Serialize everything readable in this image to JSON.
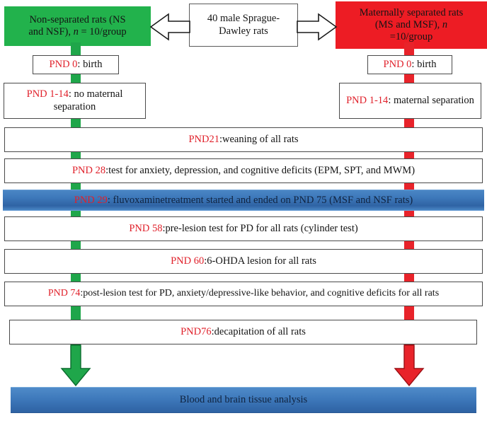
{
  "diagram": {
    "title": "Experimental timeline flowchart of maternal separation and fluvoxamine treatment study",
    "colors": {
      "green_group": "#22B24C",
      "red_group": "#ED1C24",
      "green_spine": "#1FA64A",
      "red_spine": "#E8232A",
      "blue_bar": "#3D78BA",
      "pnd_label": "#E0202A",
      "box_border": "#4A4A4A",
      "text": "#131313"
    },
    "source": {
      "label_line1": "40 male Sprague-",
      "label_line2": "Dawley rats"
    },
    "groups": {
      "left": {
        "line1": "Non-separated rats (NS",
        "line2_pre": "and NSF), ",
        "line2_n": "n",
        "line2_post": " = 10/group"
      },
      "right": {
        "line1": "Maternally separated rats",
        "line2_pre": "(MS and MSF), ",
        "line2_n": "n",
        "line3": "=10/group"
      }
    },
    "left_column": [
      {
        "pnd": "PND 0",
        "text": ": birth"
      },
      {
        "pnd": "PND 1-14",
        "text": ": no maternal separation"
      }
    ],
    "right_column": [
      {
        "pnd": "PND 0",
        "text": ": birth"
      },
      {
        "pnd": "PND 1-14",
        "text": ": maternal separation"
      }
    ],
    "shared_steps": [
      {
        "pnd": "PND21",
        "text": ":weaning of all rats",
        "style": "white"
      },
      {
        "pnd": "PND 28",
        "text": ":test for anxiety, depression, and cognitive deficits (EPM, SPT, and MWM)",
        "style": "white"
      },
      {
        "pnd": "PND 29",
        "text": ": fluvoxaminetreatment started and ended on PND 75 (MSF and NSF rats)",
        "style": "blue"
      },
      {
        "pnd": "PND 58",
        "text": ":pre-lesion test for PD for all rats (cylinder test)",
        "style": "white"
      },
      {
        "pnd": "PND 60",
        "text": ":6-OHDA lesion for all rats",
        "style": "white"
      },
      {
        "pnd": "PND 74",
        "text": ":post-lesion test for PD, anxiety/depressive-like behavior, and cognitive deficits for all rats",
        "style": "white"
      },
      {
        "pnd": "PND76",
        "text": ":decapitation of all rats",
        "style": "white"
      }
    ],
    "final": {
      "label": "Blood and brain tissue analysis"
    },
    "icons": {
      "arrow_left": "left-block-arrow-icon",
      "arrow_right": "right-block-arrow-icon",
      "arrow_down_green": "green-down-arrow-icon",
      "arrow_down_red": "red-down-arrow-icon"
    }
  }
}
